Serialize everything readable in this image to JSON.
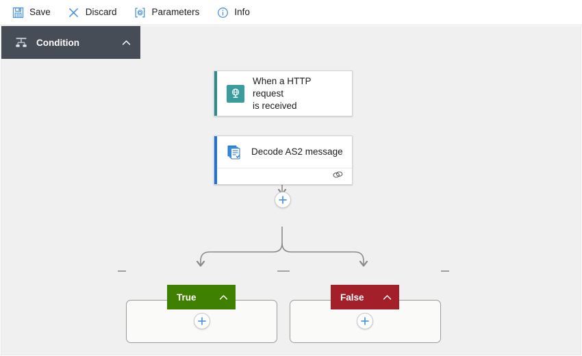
{
  "toolbar": {
    "items": [
      {
        "label": "Save",
        "icon": "save-icon"
      },
      {
        "label": "Discard",
        "icon": "discard-x-icon"
      },
      {
        "label": "Parameters",
        "icon": "parameters-at-bracket-icon"
      },
      {
        "label": "Info",
        "icon": "info-circle-icon"
      }
    ]
  },
  "designer": {
    "nodes": {
      "trigger": {
        "title": "When a HTTP request is received",
        "title_line1": "When a HTTP request",
        "title_line2": "is received",
        "icon": "http-request-trigger-icon",
        "accent_color": "#2a8a8c",
        "icon_bg": "#3b9c9e"
      },
      "decode": {
        "title": "Decode AS2 message",
        "icon": "as2-documents-icon",
        "accent_color": "#2071dd",
        "footer_icon": "link-chain-icon"
      },
      "condition": {
        "title": "Condition",
        "icon": "condition-branch-icon",
        "collapse_icon": "chevron-up-icon",
        "background_color": "#474d57"
      }
    },
    "branches": [
      {
        "label": "True",
        "color": "#3f8000",
        "collapse_icon": "chevron-up-icon",
        "add_action_icon": "plus-icon"
      },
      {
        "label": "False",
        "color": "#a31f29",
        "collapse_icon": "chevron-up-icon",
        "add_action_icon": "plus-icon"
      }
    ],
    "add_buttons": {
      "between_decode_and_condition": "plus-icon",
      "below_condition": "plus-icon"
    },
    "canvas_color": "#f0f0f0",
    "connector_color": "#8a8a8a",
    "accent_blue": "#4a93de"
  }
}
